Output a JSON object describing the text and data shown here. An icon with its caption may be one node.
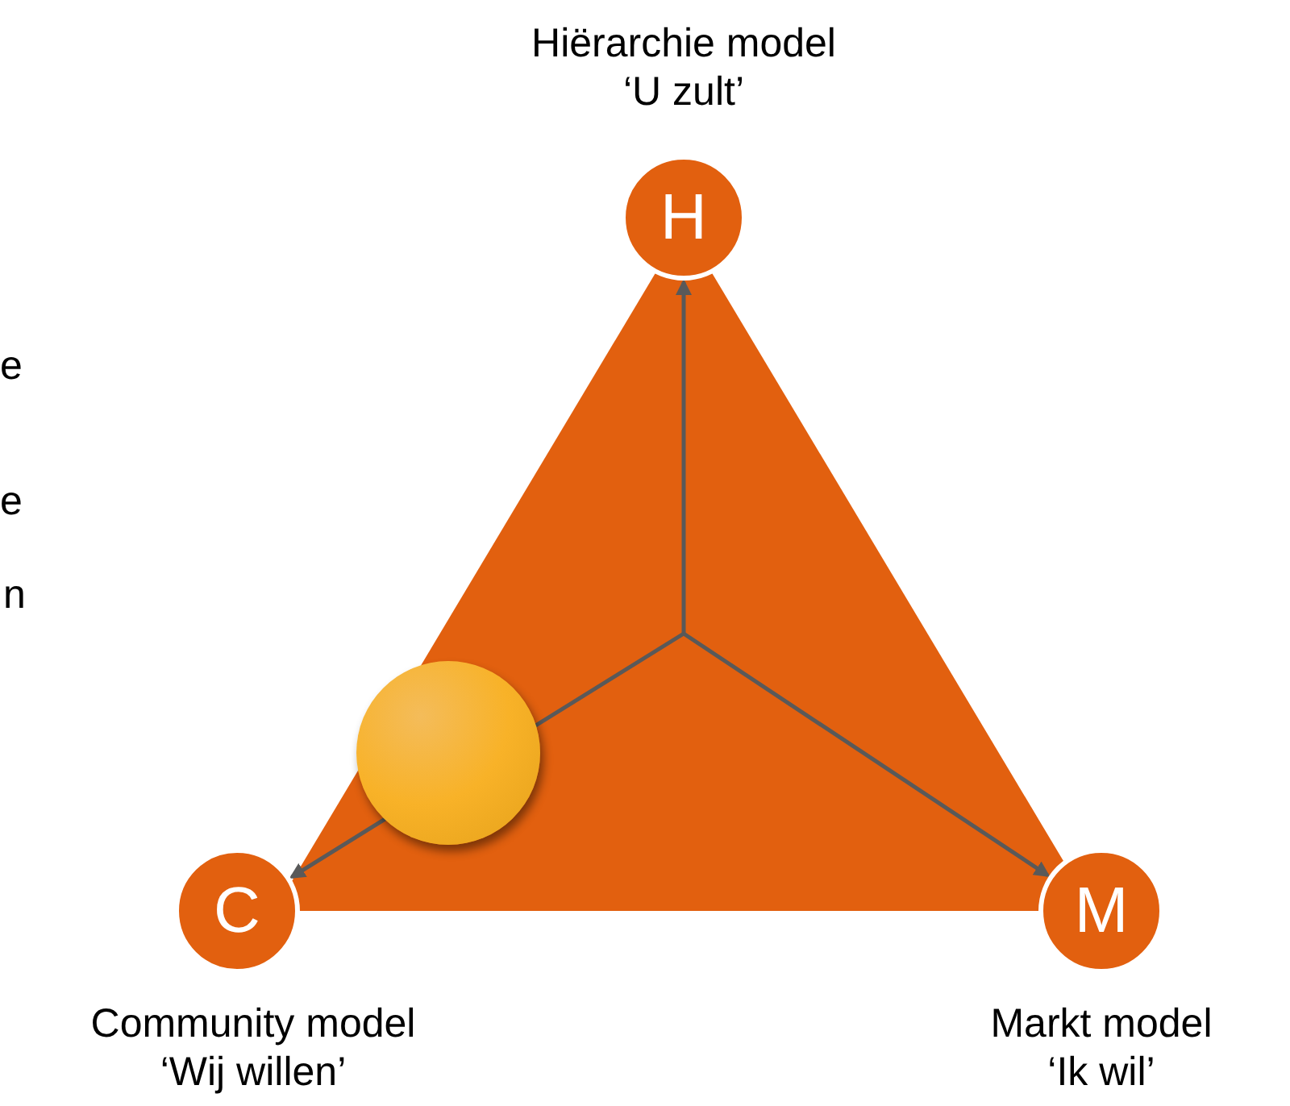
{
  "diagram": {
    "nodes": [
      {
        "text": [
          "H"
        ],
        "beside": [
          "Hiërarchie model",
          "‘U zult’"
        ]
      },
      {
        "text": [
          "C"
        ],
        "beside": [
          "Community model",
          "‘Wij willen’"
        ]
      },
      {
        "text": [
          "M"
        ],
        "beside": [
          "Markt model",
          "‘Ik wil’"
        ]
      },
      {
        "text": [],
        "shape": "circle"
      }
    ],
    "edges": [
      {
        "from": null,
        "to": 0,
        "arrow": "to"
      },
      {
        "from": null,
        "to": 1,
        "arrow": "to"
      },
      {
        "from": null,
        "to": 2,
        "arrow": "to"
      }
    ],
    "labels": [
      "e",
      "e",
      "n"
    ]
  }
}
